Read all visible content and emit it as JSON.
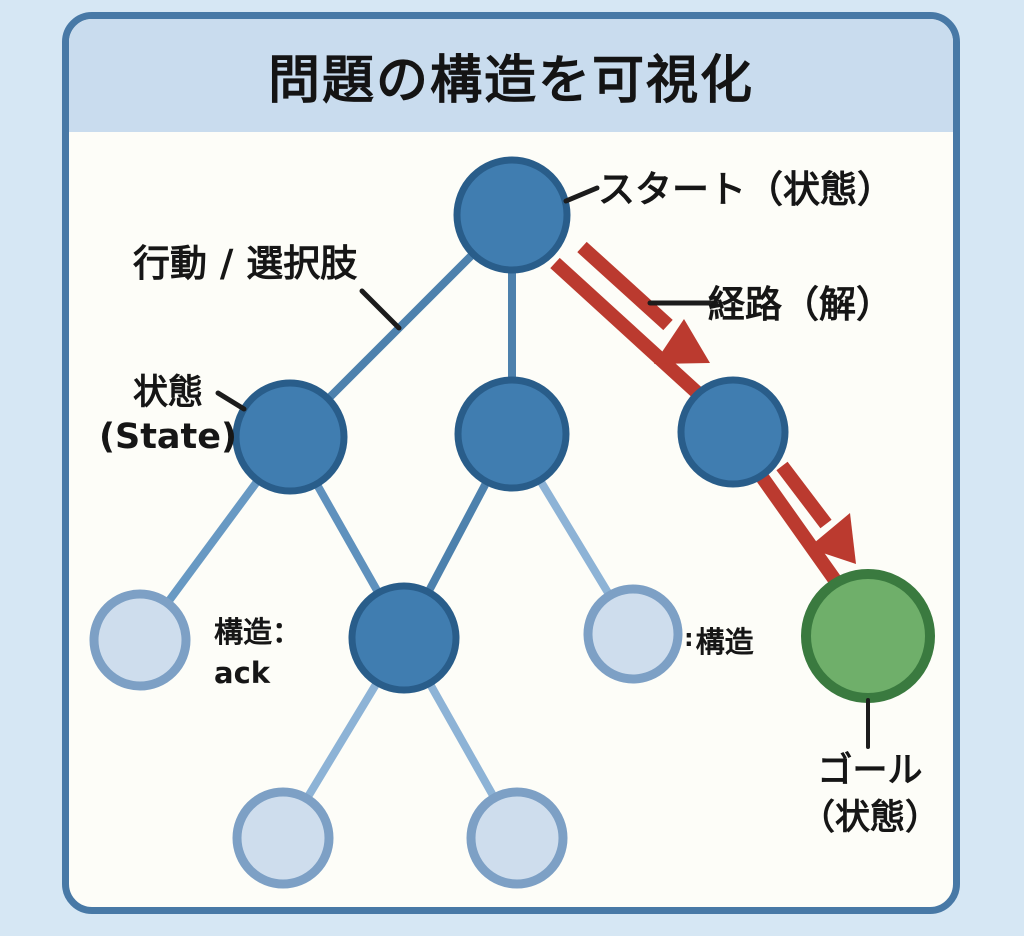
{
  "title": "問題の構造を可視化",
  "labels": {
    "start": "スタート（状態）",
    "action": "行動 / 選択肢",
    "route": "経路（解）",
    "state_line1": "状態",
    "state_line2": "(State)",
    "structure_left_line1": "構造：",
    "structure_left_line2": "ack",
    "structure_right_tick": ":",
    "structure_right": "構造",
    "goal_line1": "ゴール",
    "goal_line2": "（状態）"
  },
  "colors": {
    "page_background": "#d6e7f4",
    "card_background": "#fdfdf8",
    "card_border": "#4879a6",
    "title_band": "#c9dcee",
    "node_state_fill": "#407db0",
    "node_state_border": "#295d8a",
    "node_unexplored_fill": "#cedded",
    "node_unexplored_border": "#7da0c5",
    "node_goal_fill": "#6faf6a",
    "node_goal_border": "#3a7a3f",
    "edge_blue_dark": "#4d81ad",
    "edge_blue_light": "#8db3d6",
    "route_red": "#bb3a2f",
    "label_text": "#161616"
  },
  "diagram": {
    "type": "tree",
    "nodes": [
      {
        "id": "start",
        "role": "start-state",
        "style": "dark-blue"
      },
      {
        "id": "state-left",
        "role": "state",
        "style": "dark-blue"
      },
      {
        "id": "state-middle",
        "role": "state",
        "style": "dark-blue"
      },
      {
        "id": "state-right",
        "role": "state-on-route",
        "style": "dark-blue"
      },
      {
        "id": "leaf-far-left",
        "role": "unexplored-state",
        "style": "light-blue"
      },
      {
        "id": "state-center-lower",
        "role": "state",
        "style": "dark-blue"
      },
      {
        "id": "leaf-mid-right",
        "role": "unexplored-state",
        "style": "light-blue"
      },
      {
        "id": "goal",
        "role": "goal-state",
        "style": "green"
      },
      {
        "id": "leaf-bottom-left",
        "role": "unexplored-state",
        "style": "light-blue"
      },
      {
        "id": "leaf-bottom-right",
        "role": "unexplored-state",
        "style": "light-blue"
      }
    ],
    "edges": [
      [
        "start",
        "state-left"
      ],
      [
        "start",
        "state-middle"
      ],
      [
        "state-left",
        "leaf-far-left"
      ],
      [
        "state-left",
        "state-center-lower"
      ],
      [
        "state-middle",
        "state-center-lower"
      ],
      [
        "state-middle",
        "leaf-mid-right"
      ],
      [
        "state-center-lower",
        "leaf-bottom-left"
      ],
      [
        "state-center-lower",
        "leaf-bottom-right"
      ]
    ],
    "route": [
      "start",
      "state-right",
      "goal"
    ]
  }
}
